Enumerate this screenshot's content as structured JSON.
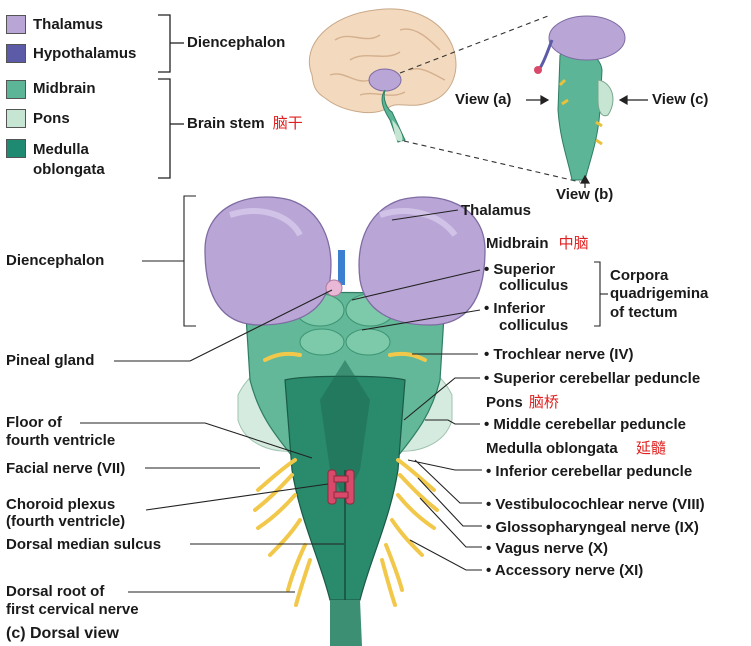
{
  "legend": {
    "items": [
      {
        "label": "Thalamus",
        "color": "#b9a5d6"
      },
      {
        "label": "Hypothalamus",
        "color": "#5b5ba8"
      },
      {
        "label": "Midbrain",
        "color": "#5bb596"
      },
      {
        "label": "Pons",
        "color": "#c6e6d3"
      },
      {
        "label": "Medulla oblongata",
        "color": "#1e8a72"
      }
    ],
    "diencephalon": "Diencephalon",
    "brain_stem": "Brain stem",
    "brain_stem_cn": "脑干"
  },
  "inset": {
    "view_a": "View (a)",
    "view_b": "View (b)",
    "view_c": "View (c)"
  },
  "labels_left": {
    "diencephalon": "Diencephalon",
    "pineal_gland": "Pineal gland",
    "floor_fourth_ventricle_1": "Floor of",
    "floor_fourth_ventricle_2": "fourth ventricle",
    "facial_nerve": "Facial nerve (VII)",
    "choroid_plexus_1": "Choroid plexus",
    "choroid_plexus_2": "(fourth ventricle)",
    "dorsal_median_sulcus": "Dorsal median sulcus",
    "dorsal_root_1": "Dorsal root of",
    "dorsal_root_2": "first cervical nerve",
    "caption": "(c) Dorsal view"
  },
  "labels_right": {
    "thalamus": "Thalamus",
    "midbrain": "Midbrain",
    "midbrain_cn": "中脑",
    "superior_colliculus_1": "• Superior",
    "superior_colliculus_2": "colliculus",
    "inferior_colliculus_1": "• Inferior",
    "inferior_colliculus_2": "colliculus",
    "corpora_1": "Corpora",
    "corpora_2": "quadrigemina",
    "corpora_3": "of tectum",
    "trochlear": "• Trochlear nerve (IV)",
    "sup_cerebellar": "• Superior cerebellar peduncle",
    "pons": "Pons",
    "pons_cn": "脑桥",
    "mid_cerebellar": "• Middle cerebellar peduncle",
    "medulla": "Medulla oblongata",
    "medulla_cn": "延髓",
    "inf_cerebellar": "• Inferior cerebellar peduncle",
    "vestibulocochlear": "• Vestibulocochlear nerve (VIII)",
    "glossopharyngeal": "• Glossopharyngeal nerve (IX)",
    "vagus": "• Vagus nerve (X)",
    "accessory": "• Accessory nerve (XI)"
  }
}
